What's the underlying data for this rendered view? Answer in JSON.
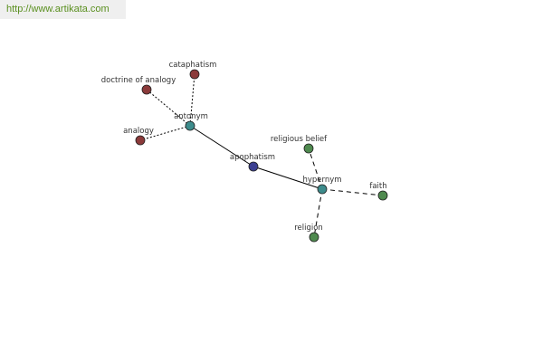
{
  "header": {
    "site_link": "http://www.artikata.com"
  },
  "graph": {
    "colors": {
      "relation": "#3d8c8c",
      "center": "#3b3f91",
      "antonym_term": "#8b3a3a",
      "hypernym_term": "#4f8a4f"
    },
    "nodes": [
      {
        "id": "apophatism",
        "label": "apophatism",
        "kind": "center"
      },
      {
        "id": "antonym",
        "label": "antonym",
        "kind": "relation"
      },
      {
        "id": "hypernym",
        "label": "hypernym",
        "kind": "relation"
      },
      {
        "id": "cataphatism",
        "label": "cataphatism",
        "kind": "antonym_term"
      },
      {
        "id": "doctrine-of-analogy",
        "label": "doctrine of analogy",
        "kind": "antonym_term"
      },
      {
        "id": "analogy",
        "label": "analogy",
        "kind": "antonym_term"
      },
      {
        "id": "religious-belief",
        "label": "religious belief",
        "kind": "hypernym_term"
      },
      {
        "id": "faith",
        "label": "faith",
        "kind": "hypernym_term"
      },
      {
        "id": "religion",
        "label": "religion",
        "kind": "hypernym_term"
      }
    ],
    "edges": [
      {
        "from": "apophatism",
        "to": "antonym",
        "style": "solid"
      },
      {
        "from": "apophatism",
        "to": "hypernym",
        "style": "solid"
      },
      {
        "from": "antonym",
        "to": "cataphatism",
        "style": "dotted"
      },
      {
        "from": "antonym",
        "to": "doctrine-of-analogy",
        "style": "dotted"
      },
      {
        "from": "antonym",
        "to": "analogy",
        "style": "dotted"
      },
      {
        "from": "hypernym",
        "to": "religious-belief",
        "style": "dashed"
      },
      {
        "from": "hypernym",
        "to": "faith",
        "style": "dashed"
      },
      {
        "from": "hypernym",
        "to": "religion",
        "style": "dashed"
      }
    ]
  }
}
